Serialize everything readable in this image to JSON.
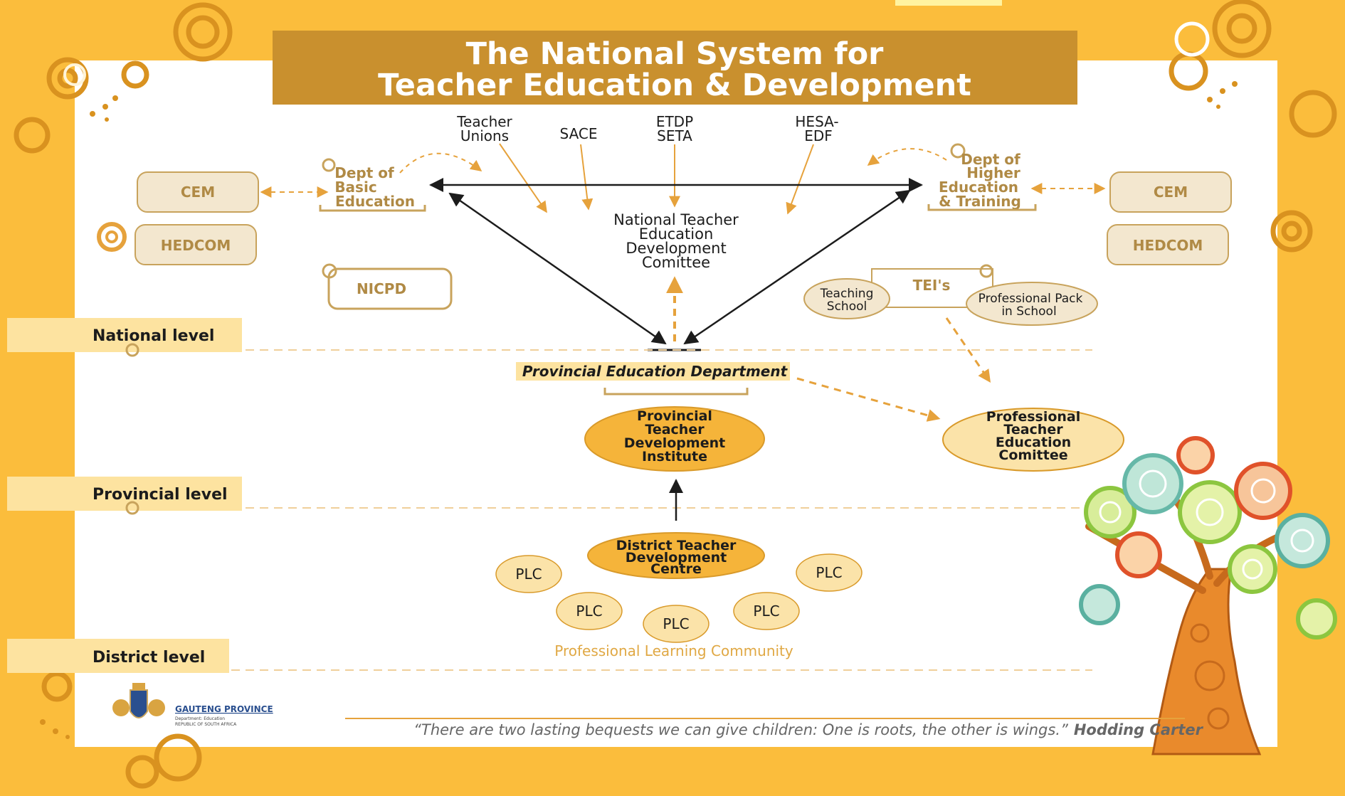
{
  "title": {
    "line1": "The National System for",
    "line2": "Teacher Education & Development"
  },
  "bodies": {
    "teacher_unions": [
      "Teacher",
      "Unions"
    ],
    "sace": "SACE",
    "etdp_seta": [
      "ETDP",
      "SETA"
    ],
    "hesa_edf": [
      "HESA-",
      "EDF"
    ]
  },
  "departments": {
    "basic": [
      "Dept of",
      "Basic",
      "Education"
    ],
    "higher": [
      "Dept of",
      "Higher",
      "Education",
      "& Training"
    ]
  },
  "boxes": {
    "cem_left": "CEM",
    "hedcom_left": "HEDCOM",
    "cem_right": "CEM",
    "hedcom_right": "HEDCOM",
    "nicpd": "NICPD"
  },
  "ntedc": [
    "National Teacher",
    "Education",
    "Development",
    "Comittee"
  ],
  "tei": {
    "title": "TEI's",
    "teaching_school": [
      "Teaching",
      "School"
    ],
    "professional_pack": [
      "Professional Pack",
      "in School"
    ]
  },
  "levels": {
    "national": "National level",
    "provincial": "Provincial level",
    "district": "District level"
  },
  "provincial_dept": "Provincial Education Department",
  "ptdi": [
    "Provincial",
    "Teacher",
    "Development",
    "Institute"
  ],
  "ptec": [
    "Professional",
    "Teacher",
    "Education",
    "Comittee"
  ],
  "dtdc": [
    "District Teacher",
    "Development",
    "Centre"
  ],
  "plc_label": "PLC",
  "plc_caption": "Professional Learning Community",
  "logo": {
    "line1": "GAUTENG PROVINCE",
    "line2": "Department: Education",
    "line3": "REPUBLIC OF SOUTH AFRICA"
  },
  "quote": {
    "text": "“There are two lasting bequests we can give children: One is roots, the other is wings.”",
    "author": "Hodding Carter"
  },
  "colors": {
    "frame": "#fbbd3c",
    "title_bar": "#c9902e",
    "box_fill": "#f3e7cf",
    "box_stroke": "#c8a35c",
    "box_text": "#b08a45",
    "ellipse_fill": "#f5b43a",
    "ellipse_light": "#fbe3a9",
    "dashed_orange": "#e6a23c",
    "level_band": "#fde3a0",
    "dark": "#1c1c1c"
  }
}
